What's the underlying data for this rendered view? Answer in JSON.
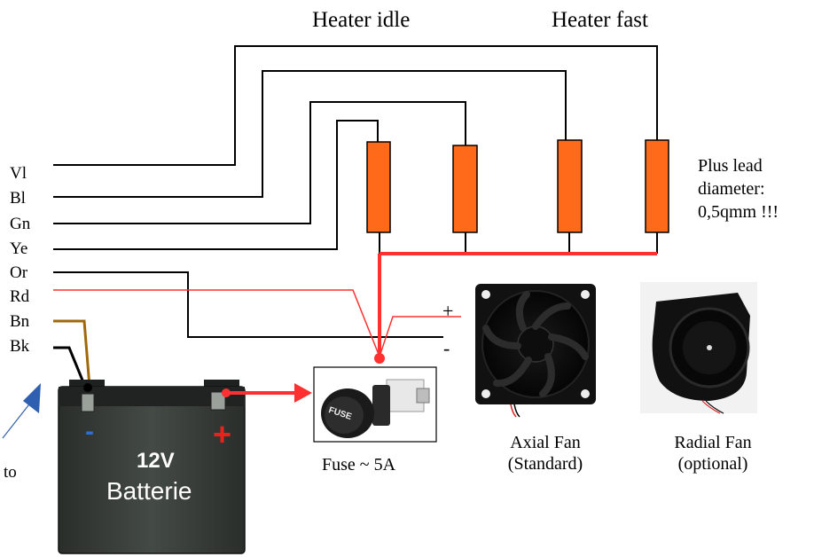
{
  "headers": {
    "heater_idle": "Heater idle",
    "heater_fast": "Heater fast"
  },
  "wires": [
    "Vl",
    "Bl",
    "Gn",
    "Ye",
    "Or",
    "Rd",
    "Bn",
    "Bk"
  ],
  "note": {
    "line1": "Plus lead",
    "line2": "diameter:",
    "line3": "0,5qmm !!!"
  },
  "fuse": {
    "caption": "Fuse ~ 5A",
    "cap_text": "FUSE"
  },
  "battery": {
    "voltage": "12V",
    "name": "Batterie",
    "minus": "-",
    "plus": "+"
  },
  "fans": {
    "axial": {
      "line1": "Axial Fan",
      "line2": "(Standard)"
    },
    "radial": {
      "line1": "Radial Fan",
      "line2": "(optional)"
    }
  },
  "terminals": {
    "plus": "+",
    "minus": "-"
  },
  "side_text": "to",
  "colors": {
    "wire_red": "#ff3030",
    "heater": "#ff6a1a",
    "arrow_blue": "#2f5fb0",
    "wire_brown": "#a0680a",
    "battery_red": "#e8231c",
    "battery_blue": "#2b6fd6"
  }
}
